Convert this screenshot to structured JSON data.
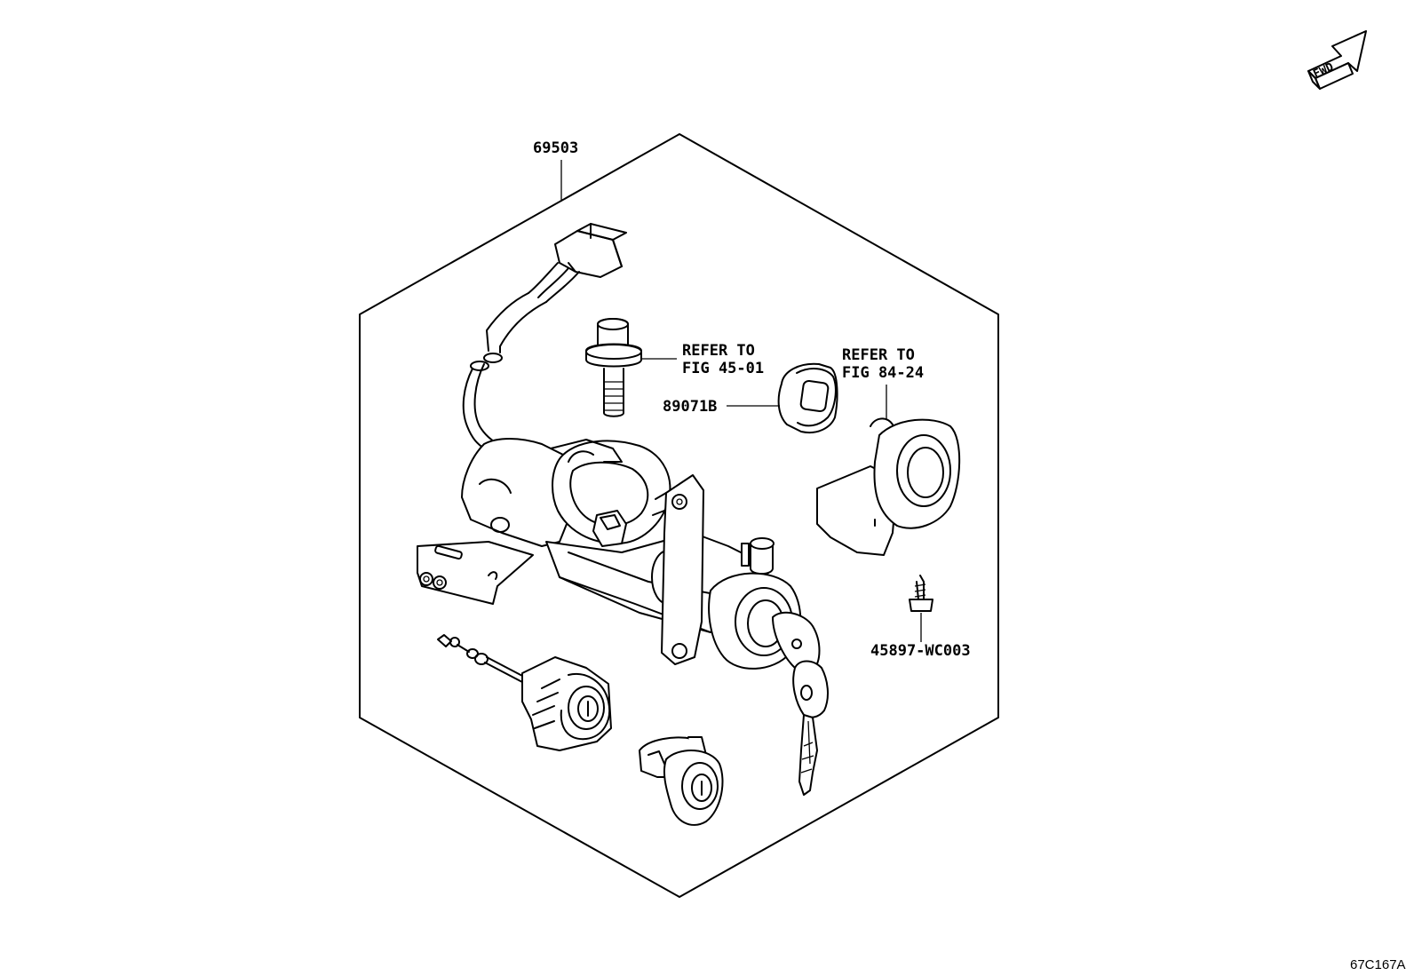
{
  "labels": {
    "kit_part": "69503",
    "refer_a_line1": "REFER TO",
    "refer_a_line2": "FIG 45-01",
    "grommet_part": "89071B",
    "refer_b_line1": "REFER TO",
    "refer_b_line2": "FIG 84-24",
    "screw_part": "45897-WC003"
  },
  "fwd_label": "FWD",
  "diagram_code": "67C167A",
  "icons": [
    "fwd-arrow-icon"
  ]
}
